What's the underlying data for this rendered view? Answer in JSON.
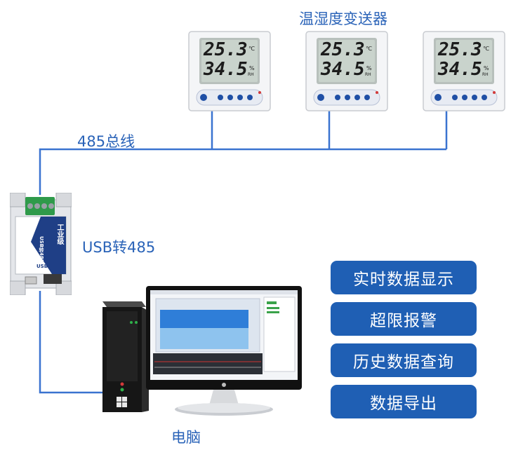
{
  "labels": {
    "sensors_title": "温湿度变送器",
    "bus": "485总线",
    "converter": "USB转485",
    "computer": "电脑"
  },
  "sensor_display": {
    "temperature": "25.3",
    "temp_unit": "℃",
    "humidity": "34.5",
    "humidity_unit": "%",
    "humidity_unit_sub": "RH"
  },
  "converter_device": {
    "brand": "工业级",
    "model": "USB转485模块",
    "port_label": "USB"
  },
  "features": [
    "实时数据显示",
    "超限报警",
    "历史数据查询",
    "数据导出"
  ],
  "colors": {
    "wire": "#3a73d0",
    "button": "#1f5fb4",
    "label": "#2a63b8",
    "lcd": "#c9d3cc"
  }
}
